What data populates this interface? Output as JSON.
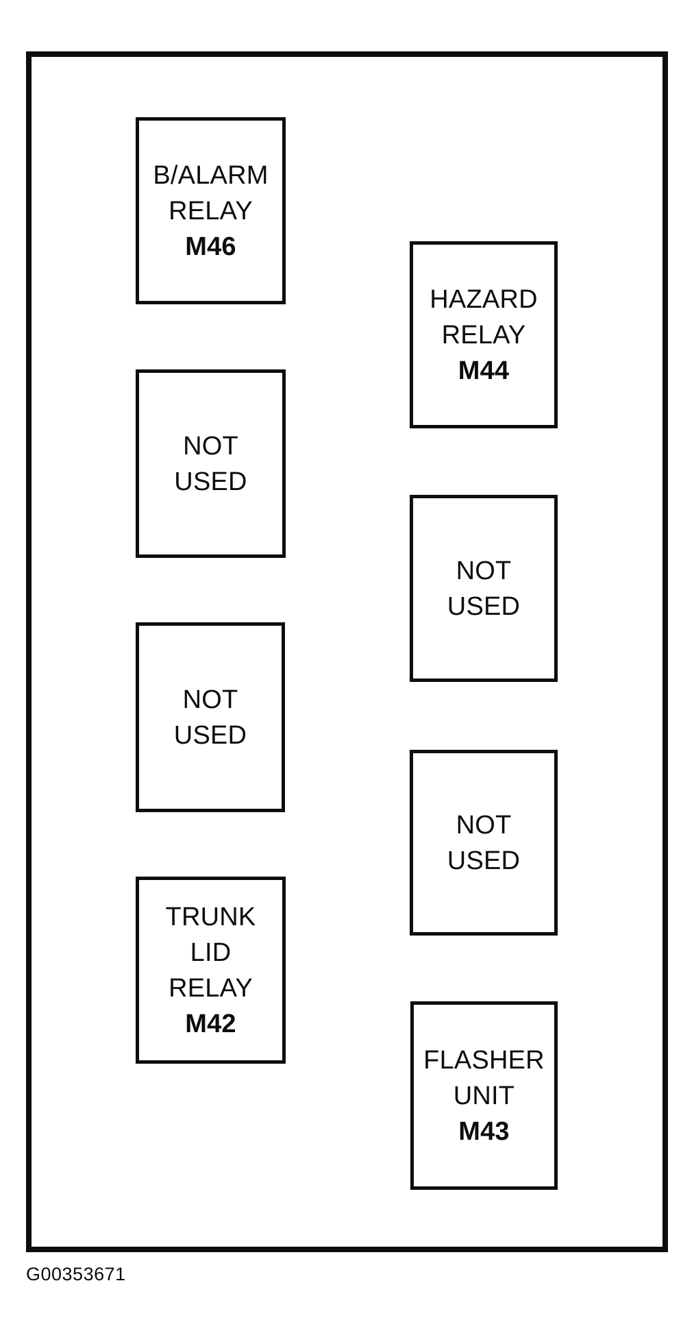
{
  "diagram": {
    "background": "#ffffff",
    "line_color": "#0d0d0d",
    "figure_code": "G00353671",
    "boxes": [
      {
        "id": "b-alarm-relay",
        "lines": [
          "B/ALARM",
          "RELAY"
        ],
        "code": "M46"
      },
      {
        "id": "not-used-left-1",
        "lines": [
          "NOT",
          "USED"
        ],
        "code": ""
      },
      {
        "id": "not-used-left-2",
        "lines": [
          "NOT",
          "USED"
        ],
        "code": ""
      },
      {
        "id": "trunk-lid-relay",
        "lines": [
          "TRUNK",
          "LID",
          "RELAY"
        ],
        "code": "M42"
      },
      {
        "id": "hazard-relay",
        "lines": [
          "HAZARD",
          "RELAY"
        ],
        "code": "M44"
      },
      {
        "id": "not-used-right-1",
        "lines": [
          "NOT",
          "USED"
        ],
        "code": ""
      },
      {
        "id": "not-used-right-2",
        "lines": [
          "NOT",
          "USED"
        ],
        "code": ""
      },
      {
        "id": "flasher-unit",
        "lines": [
          "FLASHER",
          "UNIT"
        ],
        "code": "M43"
      }
    ]
  }
}
